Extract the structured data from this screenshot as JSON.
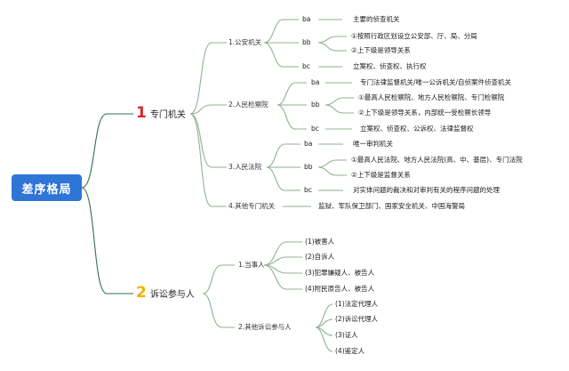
{
  "root": "差序格局",
  "colors": {
    "root_bg": "#2e75d6",
    "branch_line": "#2f6f4f",
    "num1": "#d9252b",
    "num2": "#f2b200"
  },
  "categories": [
    {
      "num": "1",
      "label": "专门机关",
      "children": [
        {
          "label": "1.公安机关",
          "items": [
            {
              "tag": "ba",
              "text": "主要的侦查机关"
            },
            {
              "tag": "bb",
              "sub": [
                "①按照行政区划设立公安部、厅、局、分局",
                "②上下级是领导关系"
              ]
            },
            {
              "tag": "bc",
              "text": "立案权、侦查权、执行权"
            }
          ]
        },
        {
          "label": "2.人民检察院",
          "items": [
            {
              "tag": "ba",
              "text": "专门法律监督机关/唯一公诉机关/自侦案件侦查机关"
            },
            {
              "tag": "bb",
              "sub": [
                "①最高人民检察院、地方人民检察院、专门检察院",
                "②上下级是领导关系，内部统一受检察长领导"
              ]
            },
            {
              "tag": "bc",
              "text": "立案权、侦查权、公诉权、法律监督权"
            }
          ]
        },
        {
          "label": "3.人民法院",
          "items": [
            {
              "tag": "ba",
              "text": "唯一审判机关"
            },
            {
              "tag": "bb",
              "sub": [
                "①最高人民法院、地方人民法院(高、中、基层)、专门法院",
                "②上下级是监督关系"
              ]
            },
            {
              "tag": "bc",
              "text": "对实体问题的裁决和对审判有关的程序问题的处理"
            }
          ]
        },
        {
          "label": "4.其他专门机关",
          "text": "监狱、军队保卫部门、国家安全机关、中国海警局"
        }
      ]
    },
    {
      "num": "2",
      "label": "诉讼参与人",
      "children": [
        {
          "label": "1.当事人",
          "leaves": [
            "(1)被害人",
            "(2)自诉人",
            "(3)犯罪嫌疑人、被告人",
            "(4)附民原告人、被告人"
          ]
        },
        {
          "label": "2.其他诉讼参与人",
          "leaves": [
            "(1)法定代理人",
            "(2)诉讼代理人",
            "(3)证人",
            "(4)鉴定人"
          ]
        }
      ]
    }
  ]
}
